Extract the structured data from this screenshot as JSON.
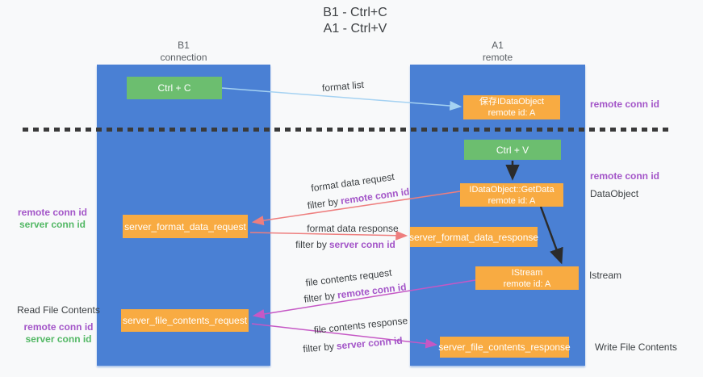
{
  "title": {
    "line1": "B1 - Ctrl+C",
    "line2": "A1 - Ctrl+V"
  },
  "lanes": {
    "left": {
      "header_top": "B1",
      "header_bottom": "connection"
    },
    "right": {
      "header_top": "A1",
      "header_bottom": "remote"
    }
  },
  "nodes": {
    "ctrl_c": {
      "label": "Ctrl + C"
    },
    "ctrl_v": {
      "label": "Ctrl + V"
    },
    "save_dataobject": {
      "line1": "保存IDataObject",
      "line2": "remote id: A"
    },
    "getdata": {
      "line1": "IDataObject::GetData",
      "line2": "remote id: A"
    },
    "istream": {
      "line1": "IStream",
      "line2": "remote id: A"
    },
    "server_format_data_request": {
      "label": "server_format_data_request"
    },
    "server_format_data_response": {
      "label": "server_format_data_response"
    },
    "server_file_contents_request": {
      "label": "server_file_contents_request"
    },
    "server_file_contents_response": {
      "label": "server_file_contents_response"
    }
  },
  "side_labels": {
    "left_mid_remote": "remote conn id",
    "left_mid_server": "server conn id",
    "read_file_contents": "Read File Contents",
    "left_bottom_remote": "remote conn id",
    "left_bottom_server": "server conn id",
    "right_top_remote": "remote conn id",
    "right_mid_remote": "remote conn id",
    "dataobject": "DataObject",
    "istream": "Istream",
    "write_file_contents": "Write File Contents"
  },
  "arrow_labels": {
    "format_list": "format list",
    "format_data_request": "format data request",
    "format_data_response": "format data response",
    "file_contents_request": "file contents request",
    "file_contents_response": "file contents response",
    "filter_by": "filter by",
    "remote_conn_id": "remote conn id",
    "server_conn_id": "server conn id"
  },
  "colors": {
    "background": "#f8f9fa",
    "lane_blue": "#4a80d4",
    "box_green": "#6cbe6f",
    "box_orange": "#f8ab42",
    "label_purple": "#a355c8",
    "label_green": "#53b865",
    "arrow_blue": "#a5d2f2",
    "arrow_red": "#ee7e7e",
    "arrow_magenta": "#c558c5",
    "arrow_black": "#2b2b2b",
    "divider_black": "#3a3a3a"
  }
}
